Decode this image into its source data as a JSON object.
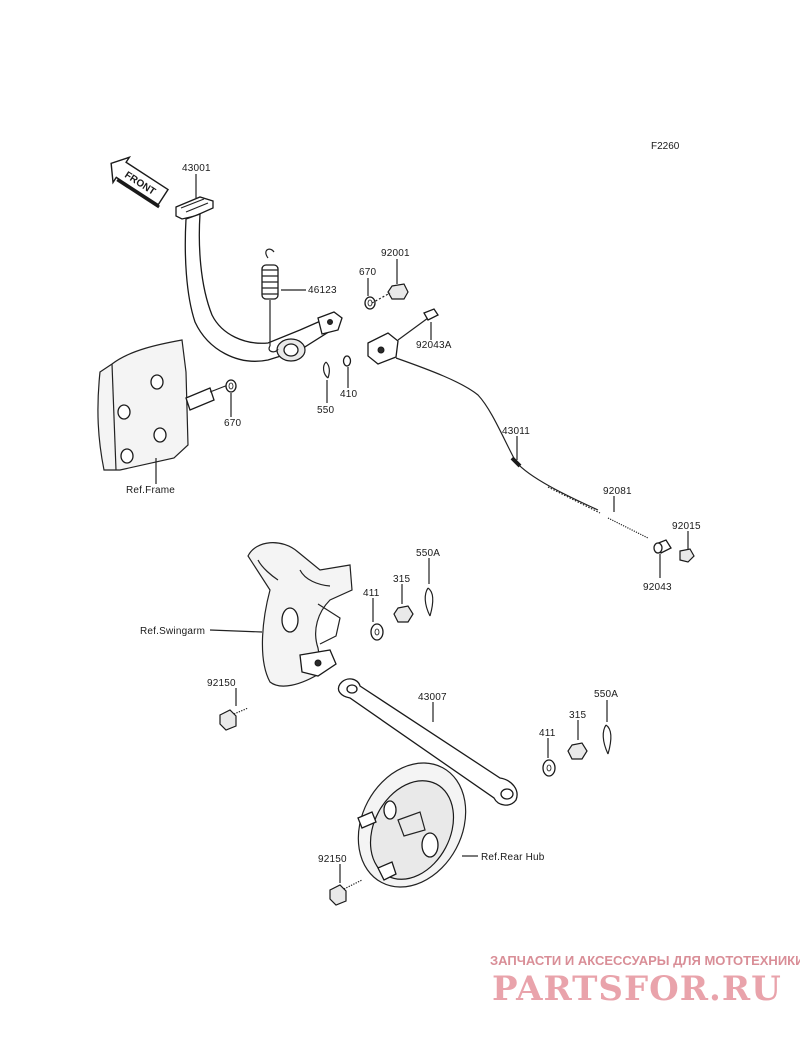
{
  "figure": {
    "code": "F2260"
  },
  "front_arrow": {
    "label": "FRONT"
  },
  "parts": {
    "p43001": "43001",
    "p46123": "46123",
    "p92001": "92001",
    "p670a": "670",
    "p670b": "670",
    "p92043A": "92043A",
    "p550": "550",
    "p410": "410",
    "p43011": "43011",
    "p92081": "92081",
    "p92015": "92015",
    "p92043": "92043",
    "p550A_1": "550A",
    "p315_1": "315",
    "p411_1": "411",
    "p92150_1": "92150",
    "p43007": "43007",
    "p550A_2": "550A",
    "p315_2": "315",
    "p411_2": "411",
    "p92150_2": "92150"
  },
  "refs": {
    "frame": "Ref.Frame",
    "swingarm": "Ref.Swingarm",
    "rear_hub": "Ref.Rear Hub"
  },
  "watermark": {
    "tagline": "ЗАПЧАСТИ И АКСЕССУАРЫ ДЛЯ МОТОТЕХНИКИ",
    "brand": "PARTSFOR.RU"
  }
}
